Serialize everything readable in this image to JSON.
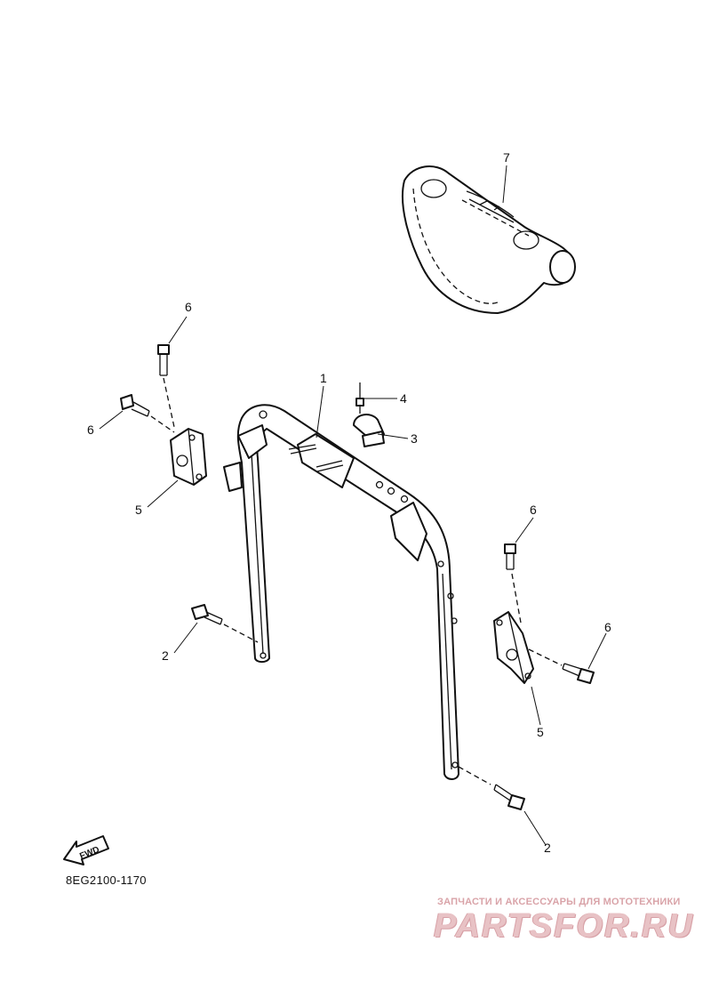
{
  "diagram": {
    "ref_code": "8EG2100-1170",
    "fwd_label": "FWD",
    "callouts": {
      "c1": "1",
      "c2a": "2",
      "c2b": "2",
      "c3": "3",
      "c4": "4",
      "c5a": "5",
      "c5b": "5",
      "c6a": "6",
      "c6b": "6",
      "c6c": "6",
      "c6d": "6",
      "c7": "7"
    }
  },
  "watermark": {
    "subtitle": "ЗАПЧАСТИ И АКСЕССУАРЫ ДЛЯ МОТОТЕХНИКИ",
    "brand": "PARTSFOR.RU",
    "color": "#e8c2c5"
  }
}
